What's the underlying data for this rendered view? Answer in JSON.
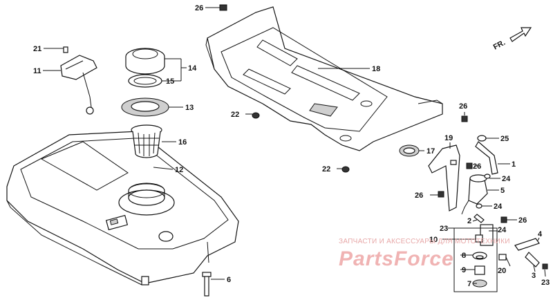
{
  "diagram": {
    "callouts": {
      "c1": "1",
      "c2": "2",
      "c3": "3",
      "c4": "4",
      "c5": "5",
      "c6": "6",
      "c7": "7",
      "c8": "8",
      "c9": "9",
      "c10": "10",
      "c11": "11",
      "c12": "12",
      "c13": "13",
      "c14": "14",
      "c15": "15",
      "c16": "16",
      "c17": "17",
      "c18": "18",
      "c19": "19",
      "c20": "20",
      "c21": "21",
      "c22a": "22",
      "c22b": "22",
      "c23a": "23",
      "c23b": "23",
      "c24a": "24",
      "c24b": "24",
      "c24c": "24",
      "c25": "25",
      "c26a": "26",
      "c26b": "26",
      "c26c": "26",
      "c26d": "26",
      "c26e": "26"
    },
    "direction_label": "FR.",
    "watermark_line1": "ЗАПЧАСТИ И АКСЕССУАРЫ ДЛЯ МОТОТЕХНИКИ",
    "watermark_logo": "PartsForce"
  }
}
